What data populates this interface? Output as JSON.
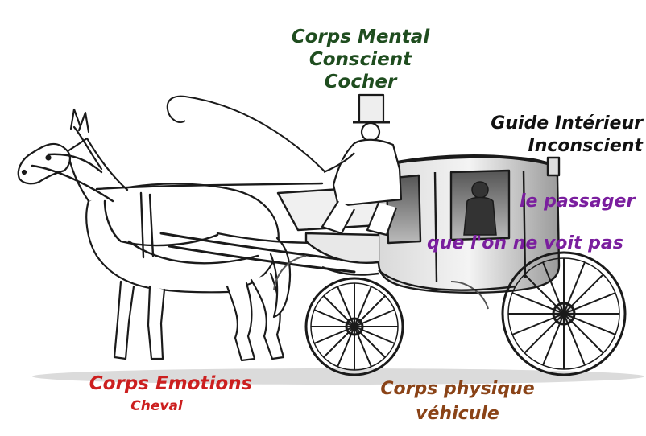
{
  "labels": {
    "mental": [
      "Corps Mental",
      "Conscient",
      "Cocher"
    ],
    "guide": [
      "Guide Intérieur",
      "Inconscient"
    ],
    "passenger": [
      "le passager",
      "que l'on ne voit pas"
    ],
    "emotions": [
      "Corps Emotions",
      "Cheval"
    ],
    "physical": [
      "Corps physique",
      "véhicule"
    ]
  },
  "colors": {
    "mental": "#1f4d1f",
    "guide": "#111111",
    "passenger": "#7a1e9e",
    "emotions": "#cc1f1f",
    "physical": "#8a4317",
    "ink": "#1a1a1a"
  },
  "illustration": {
    "subject": "horse-drawn-carriage",
    "parts": [
      "horse",
      "coachman",
      "carriage-body",
      "passenger",
      "wheels",
      "whip"
    ]
  }
}
